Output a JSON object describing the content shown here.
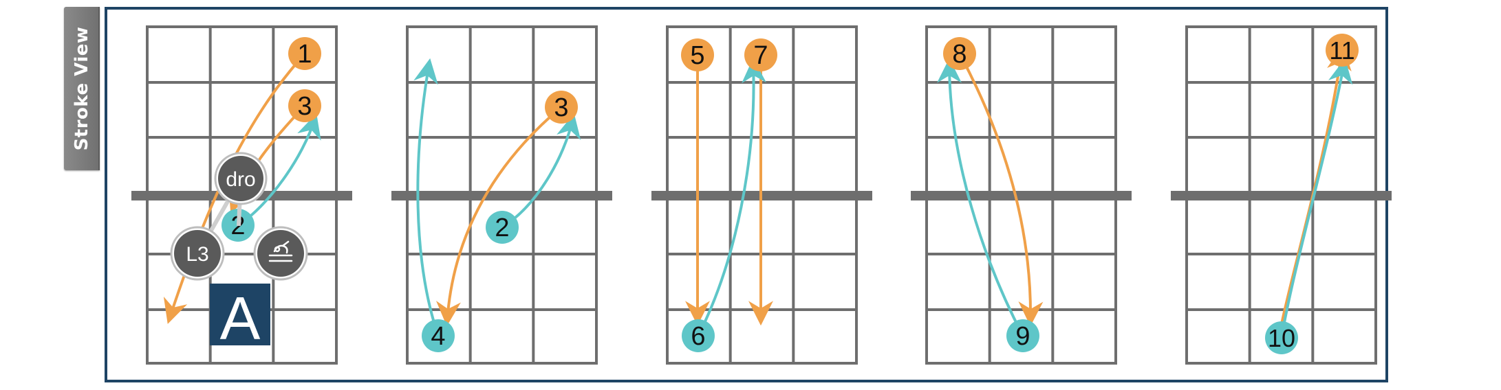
{
  "tab": {
    "label": "Stroke View",
    "icon": "vertical-tab-icon"
  },
  "colors": {
    "frame": "#1e4465",
    "grid": "#6e6e6e",
    "hinge": "#6e6e6e",
    "orange": "#f0a048",
    "teal": "#5ec6c8",
    "tool_circle": "#5a5a5a",
    "tool_ring": "#c8c8c8",
    "letter_box": "#1e4465"
  },
  "panels": [
    {
      "strokes": [
        {
          "label": "1",
          "color": "orange"
        },
        {
          "label": "3",
          "color": "orange"
        },
        {
          "label": "2",
          "color": "teal"
        }
      ]
    },
    {
      "strokes": [
        {
          "label": "3",
          "color": "orange"
        },
        {
          "label": "2",
          "color": "teal"
        },
        {
          "label": "4",
          "color": "teal"
        }
      ]
    },
    {
      "strokes": [
        {
          "label": "5",
          "color": "orange"
        },
        {
          "label": "7",
          "color": "orange"
        },
        {
          "label": "6",
          "color": "teal"
        }
      ]
    },
    {
      "strokes": [
        {
          "label": "8",
          "color": "orange"
        },
        {
          "label": "9",
          "color": "teal"
        }
      ]
    },
    {
      "strokes": [
        {
          "label": "11",
          "color": "orange"
        },
        {
          "label": "10",
          "color": "teal"
        }
      ]
    }
  ],
  "tools": {
    "direction": {
      "label": "dro"
    },
    "level": {
      "label": "L3"
    },
    "stroke_type": {
      "icon": "writing-hand-icon"
    },
    "letter": {
      "label": "A"
    }
  }
}
